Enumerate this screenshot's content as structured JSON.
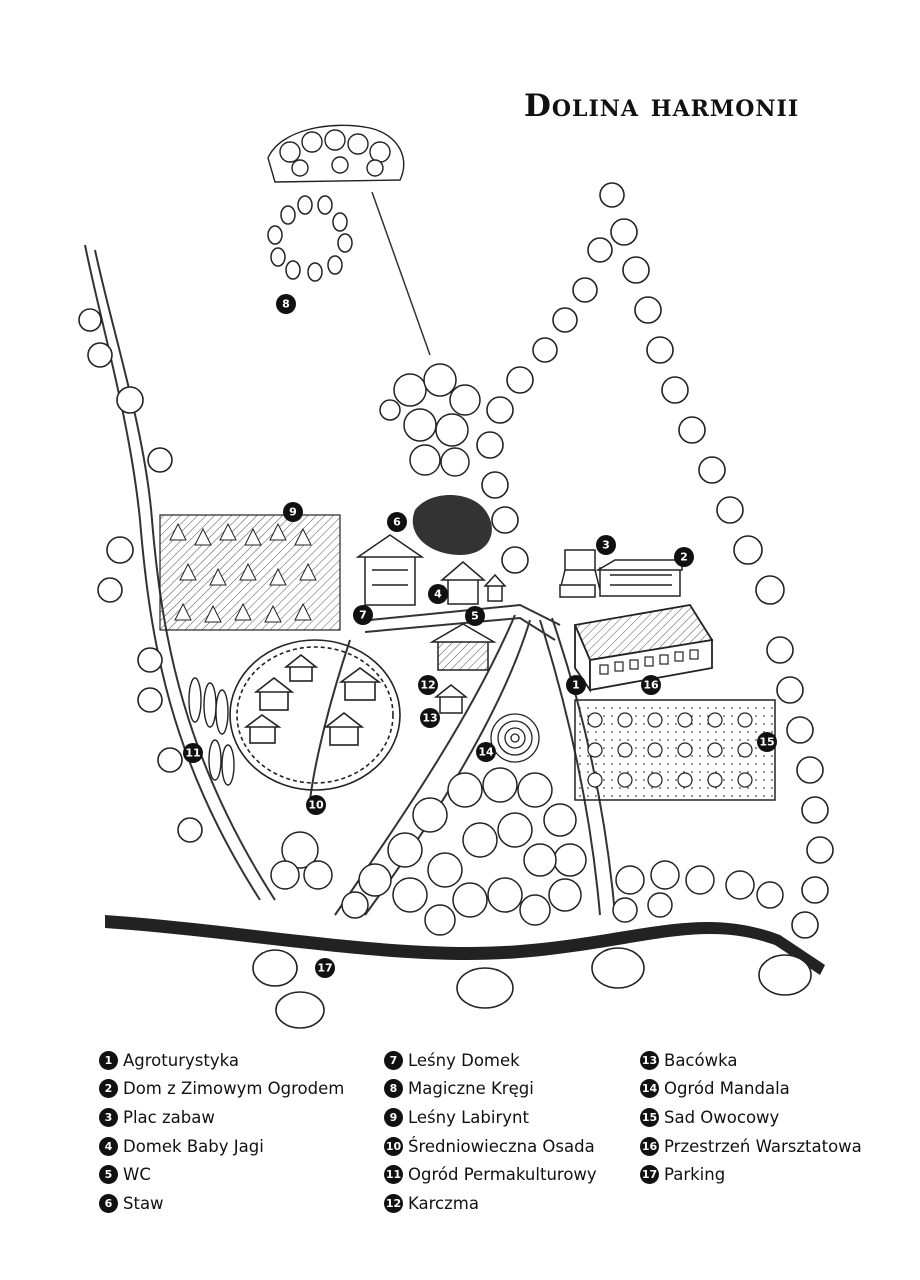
{
  "map": {
    "title": "Dolina harmonii"
  },
  "markers": [
    "1",
    "2",
    "3",
    "4",
    "5",
    "6",
    "7",
    "8",
    "9",
    "10",
    "11",
    "12",
    "13",
    "14",
    "15",
    "16",
    "17"
  ],
  "legend": {
    "column_1": [
      {
        "num": "1",
        "label": "Agroturystyka"
      },
      {
        "num": "2",
        "label": "Dom z Zimowym Ogrodem"
      },
      {
        "num": "3",
        "label": "Plac zabaw"
      },
      {
        "num": "4",
        "label": "Domek Baby Jagi"
      },
      {
        "num": "5",
        "label": "WC"
      },
      {
        "num": "6",
        "label": "Staw"
      }
    ],
    "column_2": [
      {
        "num": "7",
        "label": "Leśny Domek"
      },
      {
        "num": "8",
        "label": "Magiczne Kręgi"
      },
      {
        "num": "9",
        "label": "Leśny Labirynt"
      },
      {
        "num": "10",
        "label": "Średniowieczna Osada"
      },
      {
        "num": "11",
        "label": "Ogród Permakulturowy"
      },
      {
        "num": "12",
        "label": "Karczma"
      }
    ],
    "column_3": [
      {
        "num": "13",
        "label": "Bacówka"
      },
      {
        "num": "14",
        "label": "Ogród Mandala"
      },
      {
        "num": "15",
        "label": "Sad Owocowy"
      },
      {
        "num": "16",
        "label": "Przestrzeń Warsztatowa"
      },
      {
        "num": "17",
        "label": "Parking"
      }
    ]
  }
}
